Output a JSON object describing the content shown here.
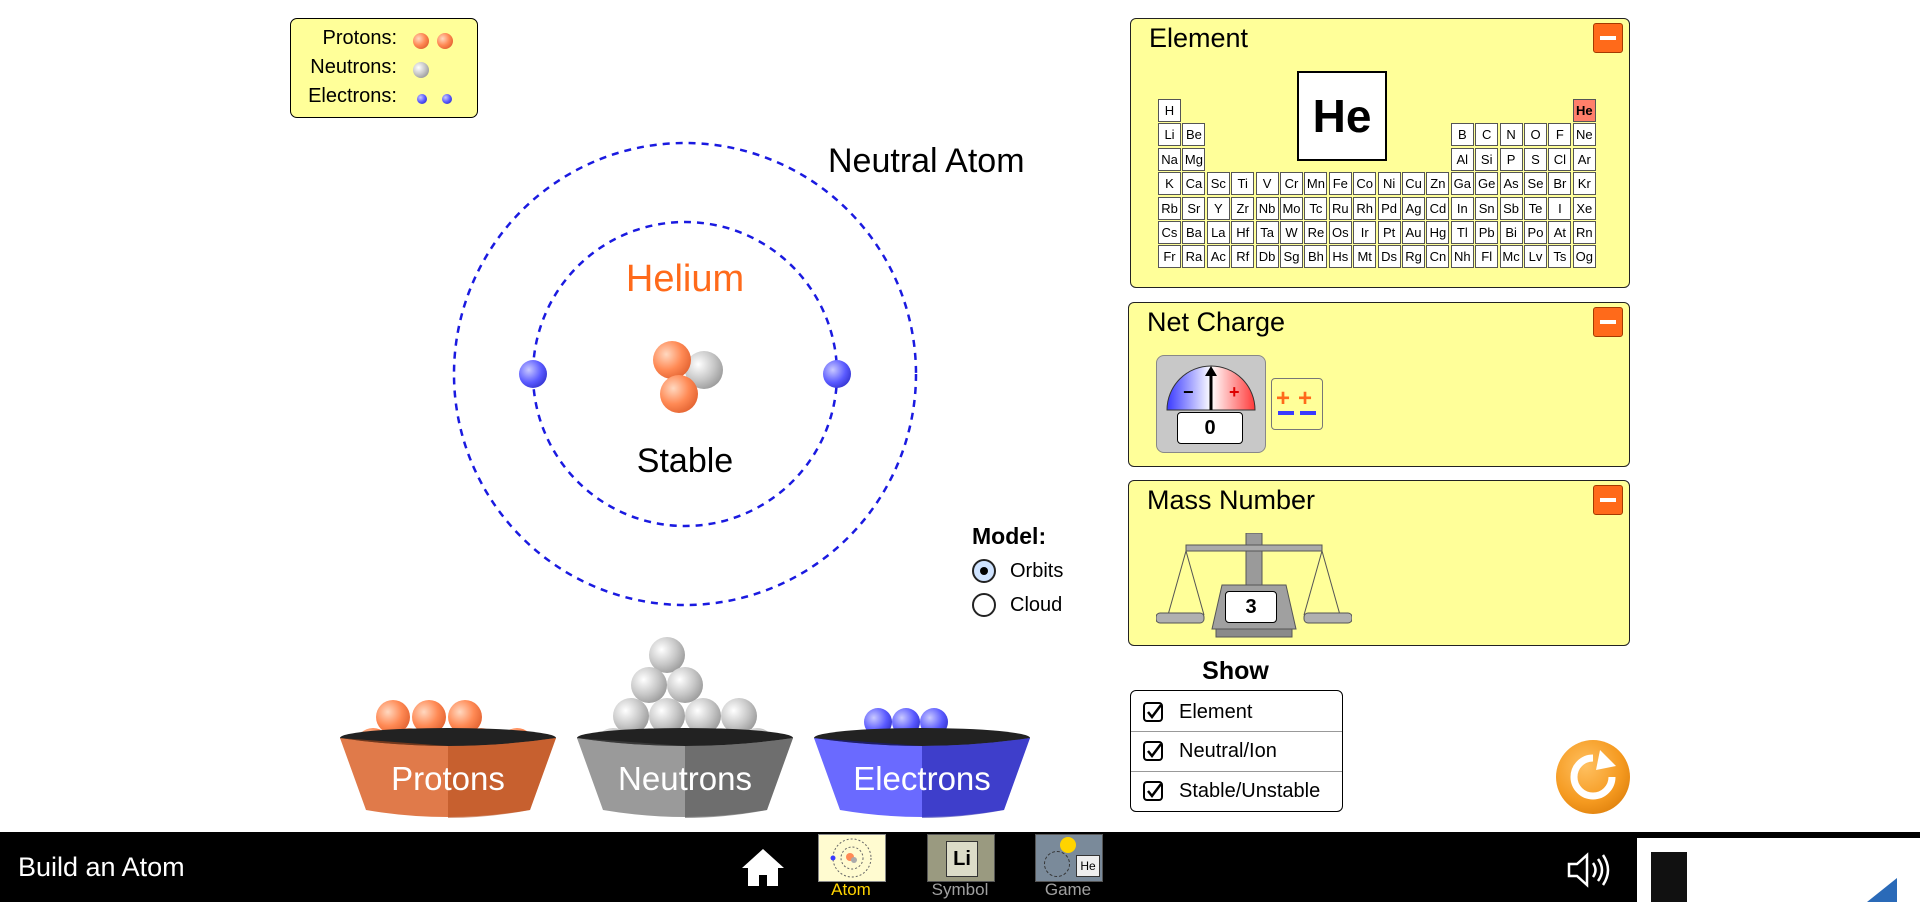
{
  "legend": {
    "protons": "Protons:",
    "neutrons": "Neutrons:",
    "electrons": "Electrons:"
  },
  "atom": {
    "element_name": "Helium",
    "charge_status": "Neutral Atom",
    "stability": "Stable",
    "protons": 2,
    "neutrons": 1,
    "electrons": 2
  },
  "model": {
    "title": "Model:",
    "options": [
      "Orbits",
      "Cloud"
    ],
    "selected": "Orbits"
  },
  "element_panel": {
    "title": "Element",
    "symbol": "He",
    "periodic_rows": [
      [
        "H",
        "",
        "",
        "",
        "",
        "",
        "",
        "",
        "",
        "",
        "",
        "",
        "",
        "",
        "",
        "",
        "",
        "He"
      ],
      [
        "Li",
        "Be",
        "",
        "",
        "",
        "",
        "",
        "",
        "",
        "",
        "",
        "",
        "B",
        "C",
        "N",
        "O",
        "F",
        "Ne"
      ],
      [
        "Na",
        "Mg",
        "",
        "",
        "",
        "",
        "",
        "",
        "",
        "",
        "",
        "",
        "Al",
        "Si",
        "P",
        "S",
        "Cl",
        "Ar"
      ],
      [
        "K",
        "Ca",
        "Sc",
        "Ti",
        "V",
        "Cr",
        "Mn",
        "Fe",
        "Co",
        "Ni",
        "Cu",
        "Zn",
        "Ga",
        "Ge",
        "As",
        "Se",
        "Br",
        "Kr"
      ],
      [
        "Rb",
        "Sr",
        "Y",
        "Zr",
        "Nb",
        "Mo",
        "Tc",
        "Ru",
        "Rh",
        "Pd",
        "Ag",
        "Cd",
        "In",
        "Sn",
        "Sb",
        "Te",
        "I",
        "Xe"
      ],
      [
        "Cs",
        "Ba",
        "La",
        "Hf",
        "Ta",
        "W",
        "Re",
        "Os",
        "Ir",
        "Pt",
        "Au",
        "Hg",
        "Tl",
        "Pb",
        "Bi",
        "Po",
        "At",
        "Rn"
      ],
      [
        "Fr",
        "Ra",
        "Ac",
        "Rf",
        "Db",
        "Sg",
        "Bh",
        "Hs",
        "Mt",
        "Ds",
        "Rg",
        "Cn",
        "Nh",
        "Fl",
        "Mc",
        "Lv",
        "Ts",
        "Og"
      ]
    ]
  },
  "net_charge_panel": {
    "title": "Net Charge",
    "value": "0"
  },
  "mass_number_panel": {
    "title": "Mass Number",
    "value": "3"
  },
  "show": {
    "title": "Show",
    "items": [
      {
        "label": "Element",
        "checked": true
      },
      {
        "label": "Neutral/Ion",
        "checked": true
      },
      {
        "label": "Stable/Unstable",
        "checked": true
      }
    ]
  },
  "buckets": {
    "protons": "Protons",
    "neutrons": "Neutrons",
    "electrons": "Electrons"
  },
  "footer": {
    "app_title": "Build an Atom",
    "screens": [
      {
        "label": "Atom",
        "selected": true
      },
      {
        "label": "Symbol",
        "selected": false
      },
      {
        "label": "Game",
        "selected": false
      }
    ],
    "symbol_thumb": "Li",
    "game_thumb": "He"
  },
  "colors": {
    "panel_bg": "#ffff99",
    "accent_orange": "#ff6a1a",
    "element_name": "#ff6a1a",
    "orbit": "#1a1ae0",
    "selected_tab": "#ffd400"
  }
}
